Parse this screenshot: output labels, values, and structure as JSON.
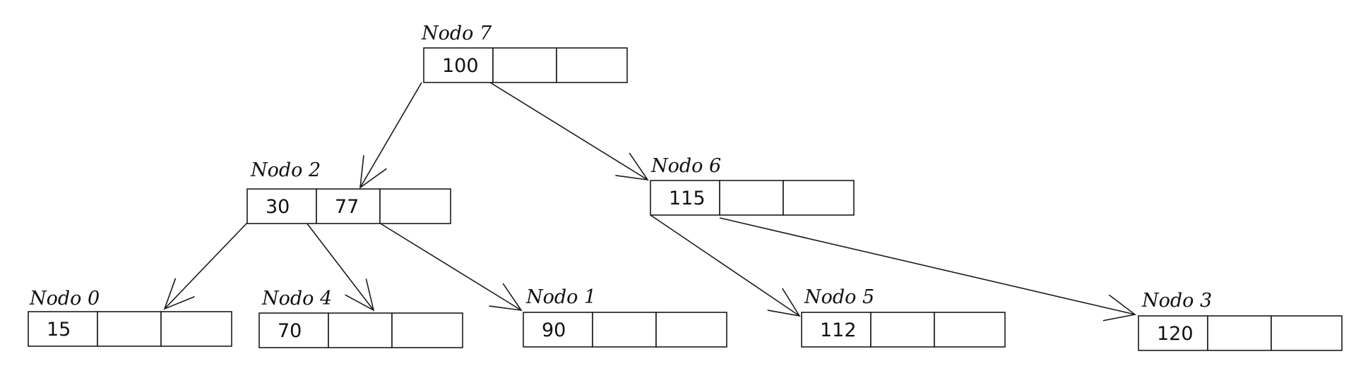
{
  "diagram": {
    "nodes": [
      {
        "id": "n7",
        "title": "Nodo 7",
        "keys": [
          "100",
          "",
          ""
        ]
      },
      {
        "id": "n2",
        "title": "Nodo 2",
        "keys": [
          "30",
          "77",
          ""
        ]
      },
      {
        "id": "n6",
        "title": "Nodo 6",
        "keys": [
          "115",
          "",
          ""
        ]
      },
      {
        "id": "n0",
        "title": "Nodo 0",
        "keys": [
          "15",
          "",
          ""
        ]
      },
      {
        "id": "n4",
        "title": "Nodo 4",
        "keys": [
          "70",
          "",
          ""
        ]
      },
      {
        "id": "n1",
        "title": "Nodo 1",
        "keys": [
          "90",
          "",
          ""
        ]
      },
      {
        "id": "n5",
        "title": "Nodo 5",
        "keys": [
          "112",
          "",
          ""
        ]
      },
      {
        "id": "n3",
        "title": "Nodo 3",
        "keys": [
          "120",
          "",
          ""
        ]
      }
    ],
    "edges": [
      {
        "from": "n7",
        "to": "n2"
      },
      {
        "from": "n7",
        "to": "n6"
      },
      {
        "from": "n2",
        "to": "n0"
      },
      {
        "from": "n2",
        "to": "n4"
      },
      {
        "from": "n2",
        "to": "n1"
      },
      {
        "from": "n6",
        "to": "n5"
      },
      {
        "from": "n6",
        "to": "n3"
      }
    ],
    "colors": {
      "stroke": "#1a1a1a",
      "text": "#111111",
      "background": "#ffffff"
    }
  }
}
